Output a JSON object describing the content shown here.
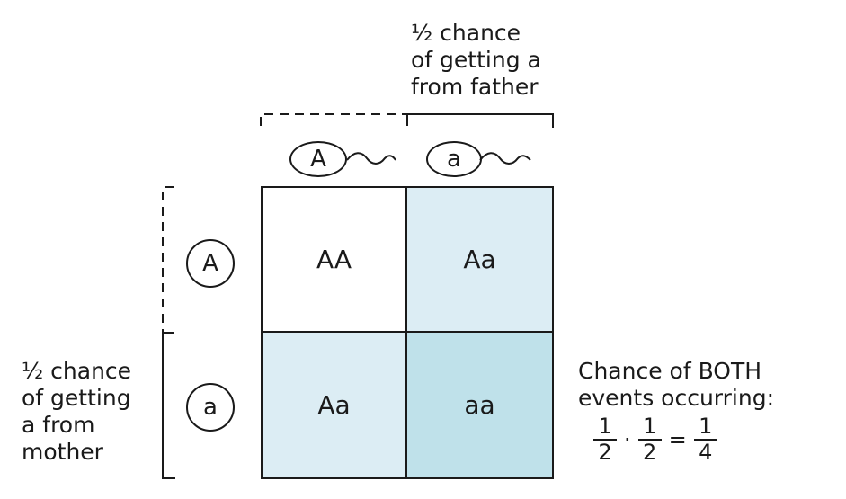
{
  "father_note": [
    "½ chance",
    "of getting a",
    "from father"
  ],
  "mother_note": [
    "½ chance",
    "of getting",
    "a from",
    "mother"
  ],
  "father_alleles": [
    "A",
    "a"
  ],
  "mother_alleles": [
    "A",
    "a"
  ],
  "cells": {
    "r0c0": "AA",
    "r0c1": "Aa",
    "r1c0": "Aa",
    "r1c1": "aa"
  },
  "both_note": [
    "Chance of BOTH",
    "events occurring:"
  ],
  "equation": {
    "f1_num": "1",
    "f1_den": "2",
    "op": "·",
    "f2_num": "1",
    "f2_den": "2",
    "eq": "=",
    "f3_num": "1",
    "f3_den": "4"
  },
  "colors": {
    "cell_light": "#dcedf4",
    "cell_dark": "#bfe1ea",
    "cell_white": "#ffffff",
    "ink": "#1a1a1a"
  }
}
